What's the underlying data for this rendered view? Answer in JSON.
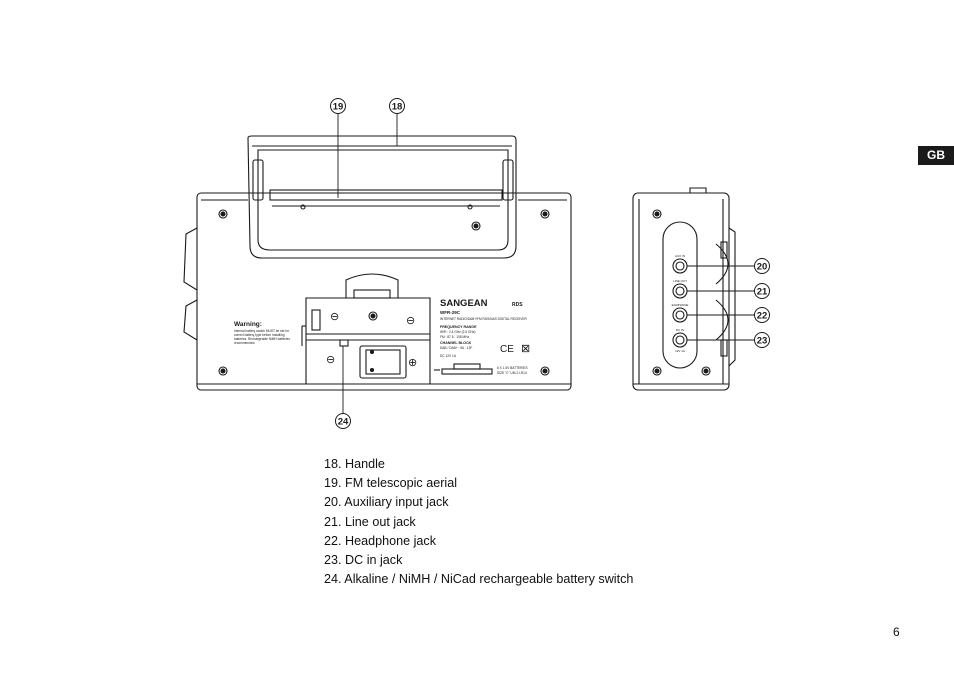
{
  "tab_label": "GB",
  "page_number": "6",
  "callouts": [
    "19",
    "18",
    "20",
    "21",
    "22",
    "23",
    "24"
  ],
  "device": {
    "brand": "SANGEAN",
    "rds": "RDS",
    "model": "WFR-29C",
    "subtitle": "INTERNET RADIO/DAB+/FM RDS/NAS DIGITAL RECEIVER",
    "freq_heading": "FREQUENCY RANGE",
    "freq_wifi": "WiFi : 2.4 GHz (2.5 GHz)",
    "freq_fm": "FM : 87.5 - 108 MHz",
    "channel_heading": "CHANNEL BLOCK",
    "channel_value": "DAB / DAB+ : 5A - 13F",
    "dc_rating": "DC 12V 1A",
    "batteries": "6 X 1.5V BATTERIES",
    "battery_size": "SIZE \"C\" UM-2 LR14",
    "ce_mark": "CE",
    "warning_title": "Warning:",
    "warning_text_1": "Internal battery switch MUST be set for",
    "warning_text_2": "correct battery type before installing",
    "warning_text_3": "batteries. Rechargeable NiMH batteries",
    "warning_text_4": "recommended.",
    "jack_aux": "AUX IN",
    "jack_line": "LINE OUT",
    "jack_phones": "EARPHONE",
    "jack_dc": "DC IN",
    "jack_dc_rating": "12V 1A"
  },
  "legend": [
    "18. Handle",
    "19. FM telescopic aerial",
    "20. Auxiliary input jack",
    "21. Line out jack",
    "22. Headphone jack",
    "23. DC in jack",
    "24. Alkaline / NiMH / NiCad rechargeable battery switch"
  ]
}
